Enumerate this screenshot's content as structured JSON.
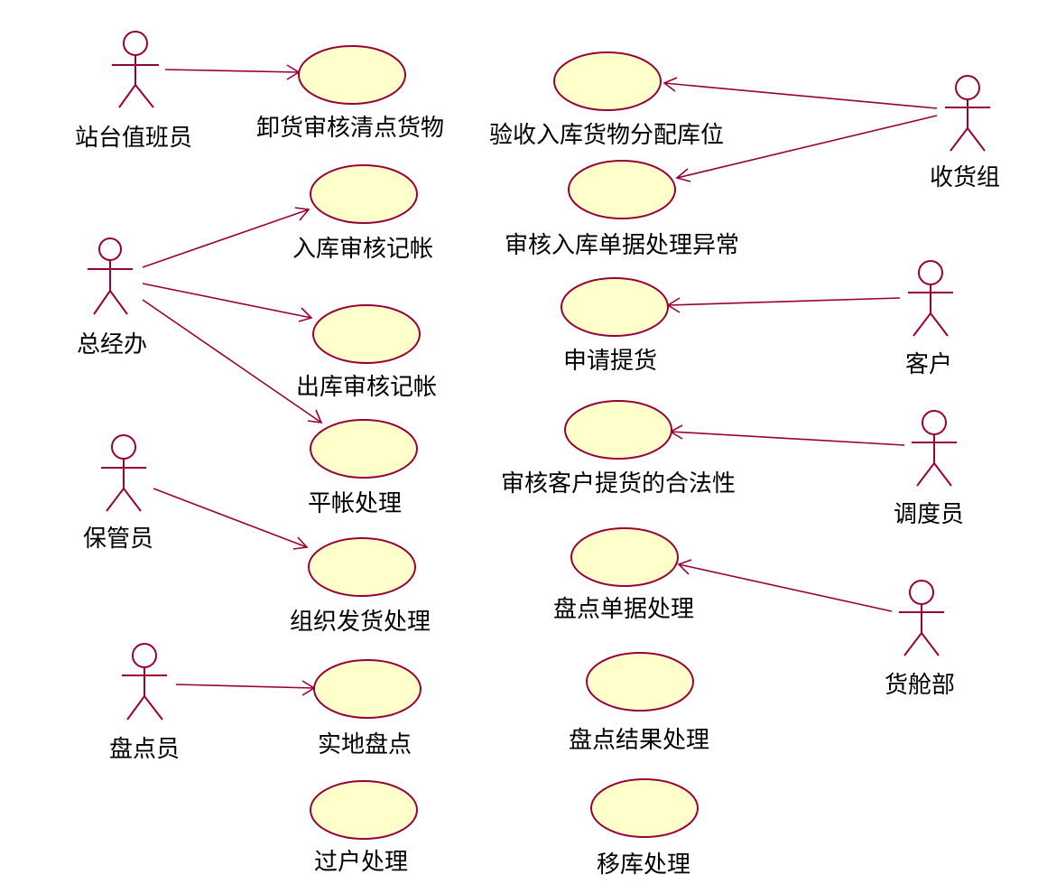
{
  "diagram": {
    "type": "uml-use-case",
    "actors": {
      "station_attendant": "站台值班员",
      "general_office": "总经办",
      "custodian": "保管员",
      "inventory_counter": "盘点员",
      "receiving_group": "收货组",
      "customer": "客户",
      "dispatcher": "调度员",
      "cargo_hold": "货舱部"
    },
    "use_cases": {
      "unload_audit": "卸货审核清点货物",
      "inbound_bookkeeping": "入库审核记帐",
      "outbound_bookkeeping": "出库审核记帐",
      "balance_accounts": "平帐处理",
      "organize_shipping": "组织发货处理",
      "physical_count": "实地盘点",
      "transfer_ownership": "过户处理",
      "accept_allocate": "验收入库货物分配库位",
      "audit_inbound_docs": "审核入库单据处理异常",
      "request_pickup": "申请提货",
      "verify_pickup": "审核客户提货的合法性",
      "count_documents": "盘点单据处理",
      "count_results": "盘点结果处理",
      "relocate_stock": "移库处理"
    },
    "associations": [
      {
        "from": "站台值班员",
        "to": "卸货审核清点货物"
      },
      {
        "from": "总经办",
        "to": "入库审核记帐"
      },
      {
        "from": "总经办",
        "to": "出库审核记帐"
      },
      {
        "from": "总经办",
        "to": "平帐处理"
      },
      {
        "from": "保管员",
        "to": "组织发货处理"
      },
      {
        "from": "盘点员",
        "to": "实地盘点"
      },
      {
        "from": "收货组",
        "to": "验收入库货物分配库位"
      },
      {
        "from": "收货组",
        "to": "审核入库单据处理异常"
      },
      {
        "from": "客户",
        "to": "申请提货"
      },
      {
        "from": "调度员",
        "to": "审核客户提货的合法性"
      },
      {
        "from": "货舱部",
        "to": "盘点单据处理"
      }
    ],
    "colors": {
      "line": "#990033",
      "use_case_fill": "#ffffcc",
      "background": "#ffffff"
    }
  }
}
